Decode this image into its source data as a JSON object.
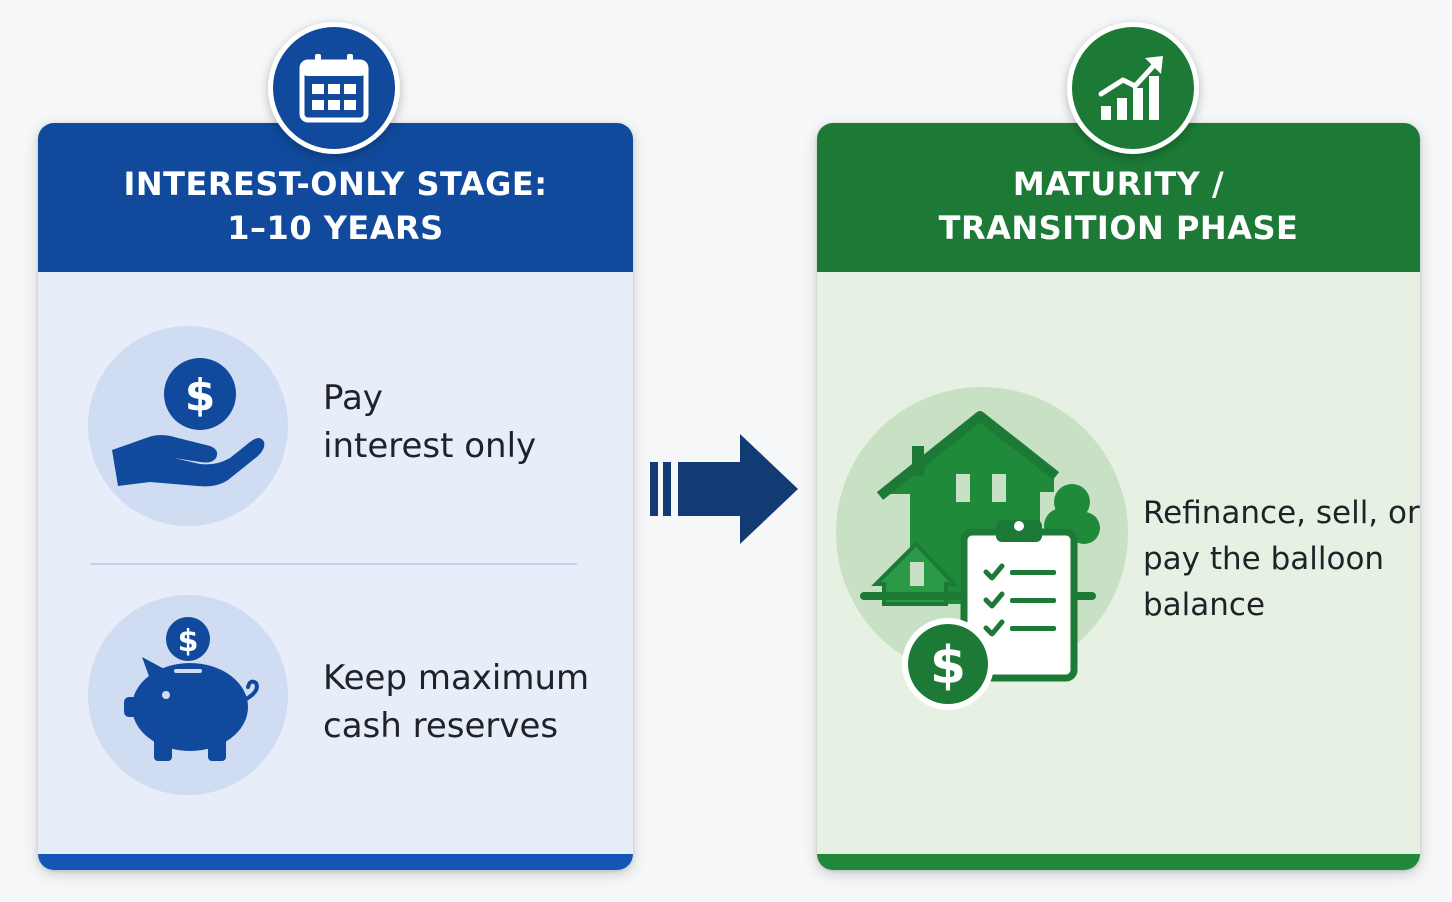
{
  "left_card": {
    "title_line1": "INTEREST-ONLY STAGE:",
    "title_line2": "1–10 YEARS",
    "badge_icon": "calendar-icon",
    "accent_color": "#114a9c",
    "items": [
      {
        "icon": "hand-dollar-icon",
        "line1": "Pay",
        "line2": "interest only"
      },
      {
        "icon": "piggy-bank-icon",
        "line1": "Keep maximum",
        "line2": "cash reserves"
      }
    ]
  },
  "arrow_icon": "right-arrow-icon",
  "right_card": {
    "title_line1": "MATURITY /",
    "title_line2": "TRANSITION PHASE",
    "badge_icon": "growth-chart-icon",
    "accent_color": "#1c7a36",
    "item": {
      "icon": "house-checklist-dollar-icon",
      "line1": "Refinance, sell, or",
      "line2": "pay the balloon",
      "line3": "balance"
    }
  }
}
